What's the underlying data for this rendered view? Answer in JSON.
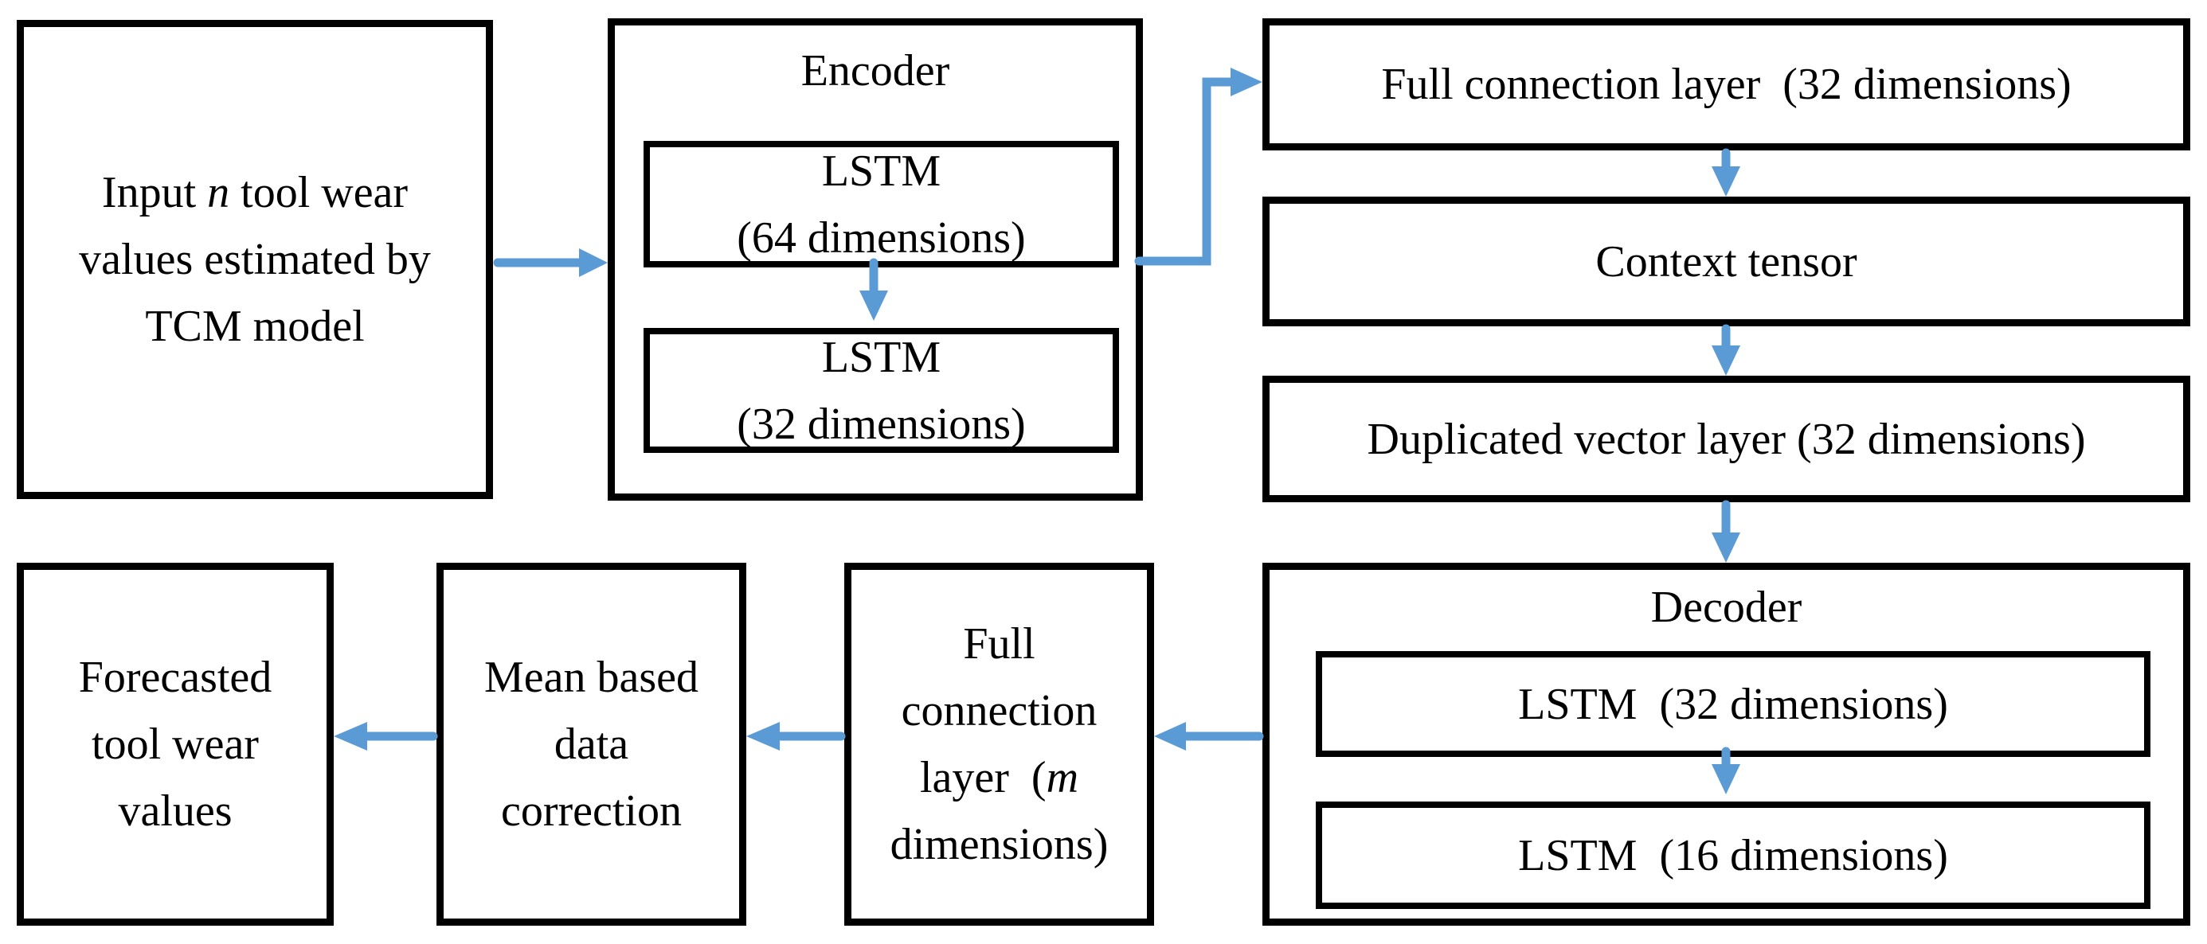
{
  "colors": {
    "arrow": "#5B9BD5",
    "border": "#000000",
    "text": "#000000",
    "background": "#FFFFFF"
  },
  "nodes": {
    "input": {
      "line1_pre": "Input ",
      "line1_var": "n",
      "line1_post": " tool wear",
      "line2": "values estimated by",
      "line3": "TCM model"
    },
    "encoder": {
      "title": "Encoder",
      "lstm64_line1": "LSTM",
      "lstm64_line2": "(64 dimensions)",
      "lstm32_line1": "LSTM",
      "lstm32_line2": "(32 dimensions)"
    },
    "fc32": {
      "label": "Full connection layer  (32 dimensions)"
    },
    "context": {
      "label": "Context tensor"
    },
    "duplicated": {
      "label": "Duplicated vector layer (32 dimensions)"
    },
    "decoder": {
      "title": "Decoder",
      "lstm32_label": "LSTM  (32 dimensions)",
      "lstm16_label": "LSTM  (16 dimensions)"
    },
    "fcm": {
      "line1": "Full",
      "line2": "connection",
      "line3_pre": "layer  (",
      "line3_var": "m",
      "line4": "dimensions)"
    },
    "mean": {
      "line1": "Mean based",
      "line2": "data",
      "line3": "correction"
    },
    "forecast": {
      "line1": "Forecasted",
      "line2": "tool wear",
      "line3": "values"
    }
  },
  "edges": [
    {
      "from": "input",
      "to": "encoder"
    },
    {
      "from": "encoder-lstm-64",
      "to": "encoder-lstm-32"
    },
    {
      "from": "encoder",
      "to": "full-connection-layer-32"
    },
    {
      "from": "full-connection-layer-32",
      "to": "context-tensor"
    },
    {
      "from": "context-tensor",
      "to": "duplicated-vector-layer"
    },
    {
      "from": "duplicated-vector-layer",
      "to": "decoder"
    },
    {
      "from": "decoder-lstm-32",
      "to": "decoder-lstm-16"
    },
    {
      "from": "decoder",
      "to": "full-connection-layer-m"
    },
    {
      "from": "full-connection-layer-m",
      "to": "mean-based-data-correction"
    },
    {
      "from": "mean-based-data-correction",
      "to": "forecasted-tool-wear-values"
    }
  ]
}
